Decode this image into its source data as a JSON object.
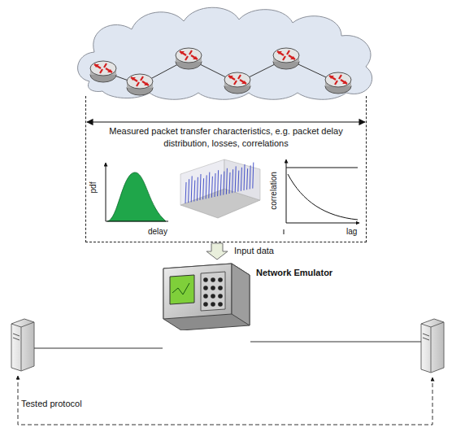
{
  "diagram": {
    "nodes": [
      {
        "text": [
          "Measured packet transfer characteristics, e.g. packet delay distribution, losses, correlations"
        ]
      },
      {
        "text": [
          "Network Emulator"
        ]
      }
    ],
    "edges": [
      {
        "from": 0,
        "to": 1,
        "arrow": "to",
        "label": "Input data"
      }
    ],
    "labels": [
      "pdf",
      "delay",
      "correlation",
      "lag",
      "Tested protocol"
    ]
  }
}
